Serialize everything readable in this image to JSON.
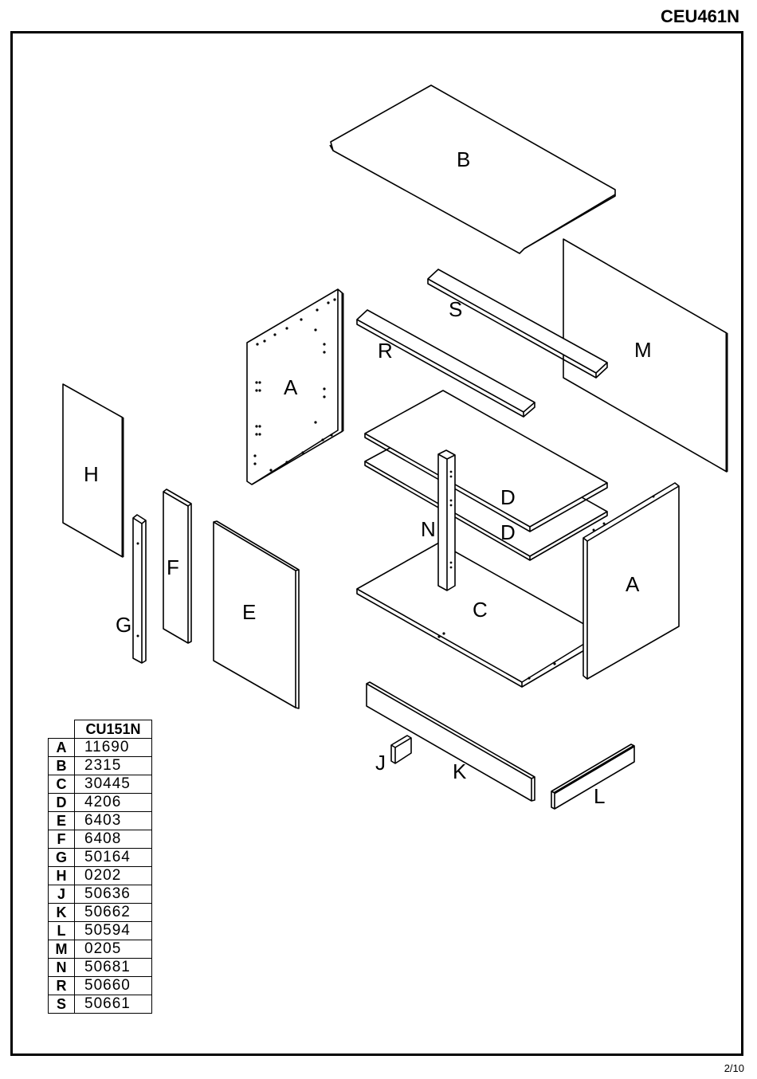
{
  "header": {
    "model_code": "CEU461N"
  },
  "footer": {
    "page_number": "2/10"
  },
  "diagram": {
    "labels": {
      "B": "B",
      "S": "S",
      "M": "M",
      "R": "R",
      "A_left": "A",
      "H": "H",
      "D_upper": "D",
      "D_lower": "D",
      "N": "N",
      "F": "F",
      "E": "E",
      "G": "G",
      "A_right": "A",
      "C": "C",
      "J": "J",
      "K": "K",
      "L": "L"
    }
  },
  "parts_table": {
    "header": "CU151N",
    "rows": [
      {
        "letter": "A",
        "code": "11690"
      },
      {
        "letter": "B",
        "code": "2315"
      },
      {
        "letter": "C",
        "code": "30445"
      },
      {
        "letter": "D",
        "code": "4206"
      },
      {
        "letter": "E",
        "code": "6403"
      },
      {
        "letter": "F",
        "code": "6408"
      },
      {
        "letter": "G",
        "code": "50164"
      },
      {
        "letter": "H",
        "code": "0202"
      },
      {
        "letter": "J",
        "code": "50636"
      },
      {
        "letter": "K",
        "code": "50662"
      },
      {
        "letter": "L",
        "code": "50594"
      },
      {
        "letter": "M",
        "code": "0205"
      },
      {
        "letter": "N",
        "code": "50681"
      },
      {
        "letter": "R",
        "code": "50660"
      },
      {
        "letter": "S",
        "code": "50661"
      }
    ]
  }
}
